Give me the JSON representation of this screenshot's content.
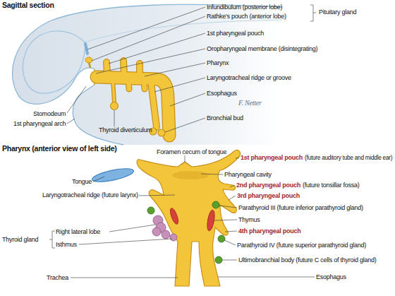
{
  "diagram": {
    "labels": [
      "Sagittal section",
      "Infundibulum (posterior lobe)",
      "Rathke's pouch (anterior lobe)",
      "Pituitary gland",
      "1st pharyngeal pouch",
      "Oropharyngeal membrane (disintegrating)",
      "Pharynx",
      "Laryngotracheal ridge or groove",
      "Esophagus",
      "Bronchial bud",
      "Thyroid diverticulum",
      "Stomodeum",
      "1st pharyngeal arch",
      "F. Netter",
      "Pharynx (anterior view of left side)",
      "Foramen cecum of tongue",
      "1st pharyngeal pouch",
      "(future auditory tube and middle ear)",
      "Pharyngeal cavity",
      "Tongue",
      "2nd pharyngeal pouch",
      "(future tonsillar fossa)",
      "3rd pharyngeal pouch",
      "Laryngotracheal ridge (future larynx)",
      "Parathyroid III (future inferior parathyroid gland)",
      "Thymus",
      "4th pharyngeal pouch",
      "Thyroid gland",
      "Right lateral lobe",
      "Isthmus",
      "Parathyroid IV (future superior parathyroid gland)",
      "Ultimobranchial body (future C cells of thyroid gland)",
      "Trachea",
      "Esophagus"
    ]
  }
}
